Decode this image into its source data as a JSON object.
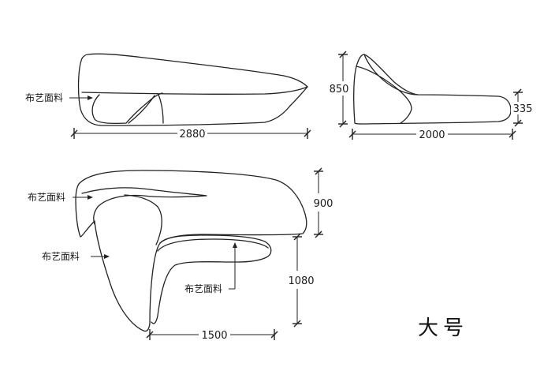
{
  "top_left_view": {
    "width": "2880",
    "material": "布艺面料"
  },
  "top_right_view": {
    "height": "850",
    "seat_height": "335",
    "length": "2000"
  },
  "plan_view": {
    "depth_back": "900",
    "depth_total": "1080",
    "width": "1500",
    "material_1": "布艺面料",
    "material_2": "布艺面料",
    "material_3": "布艺面料"
  },
  "size_tag": "大号"
}
